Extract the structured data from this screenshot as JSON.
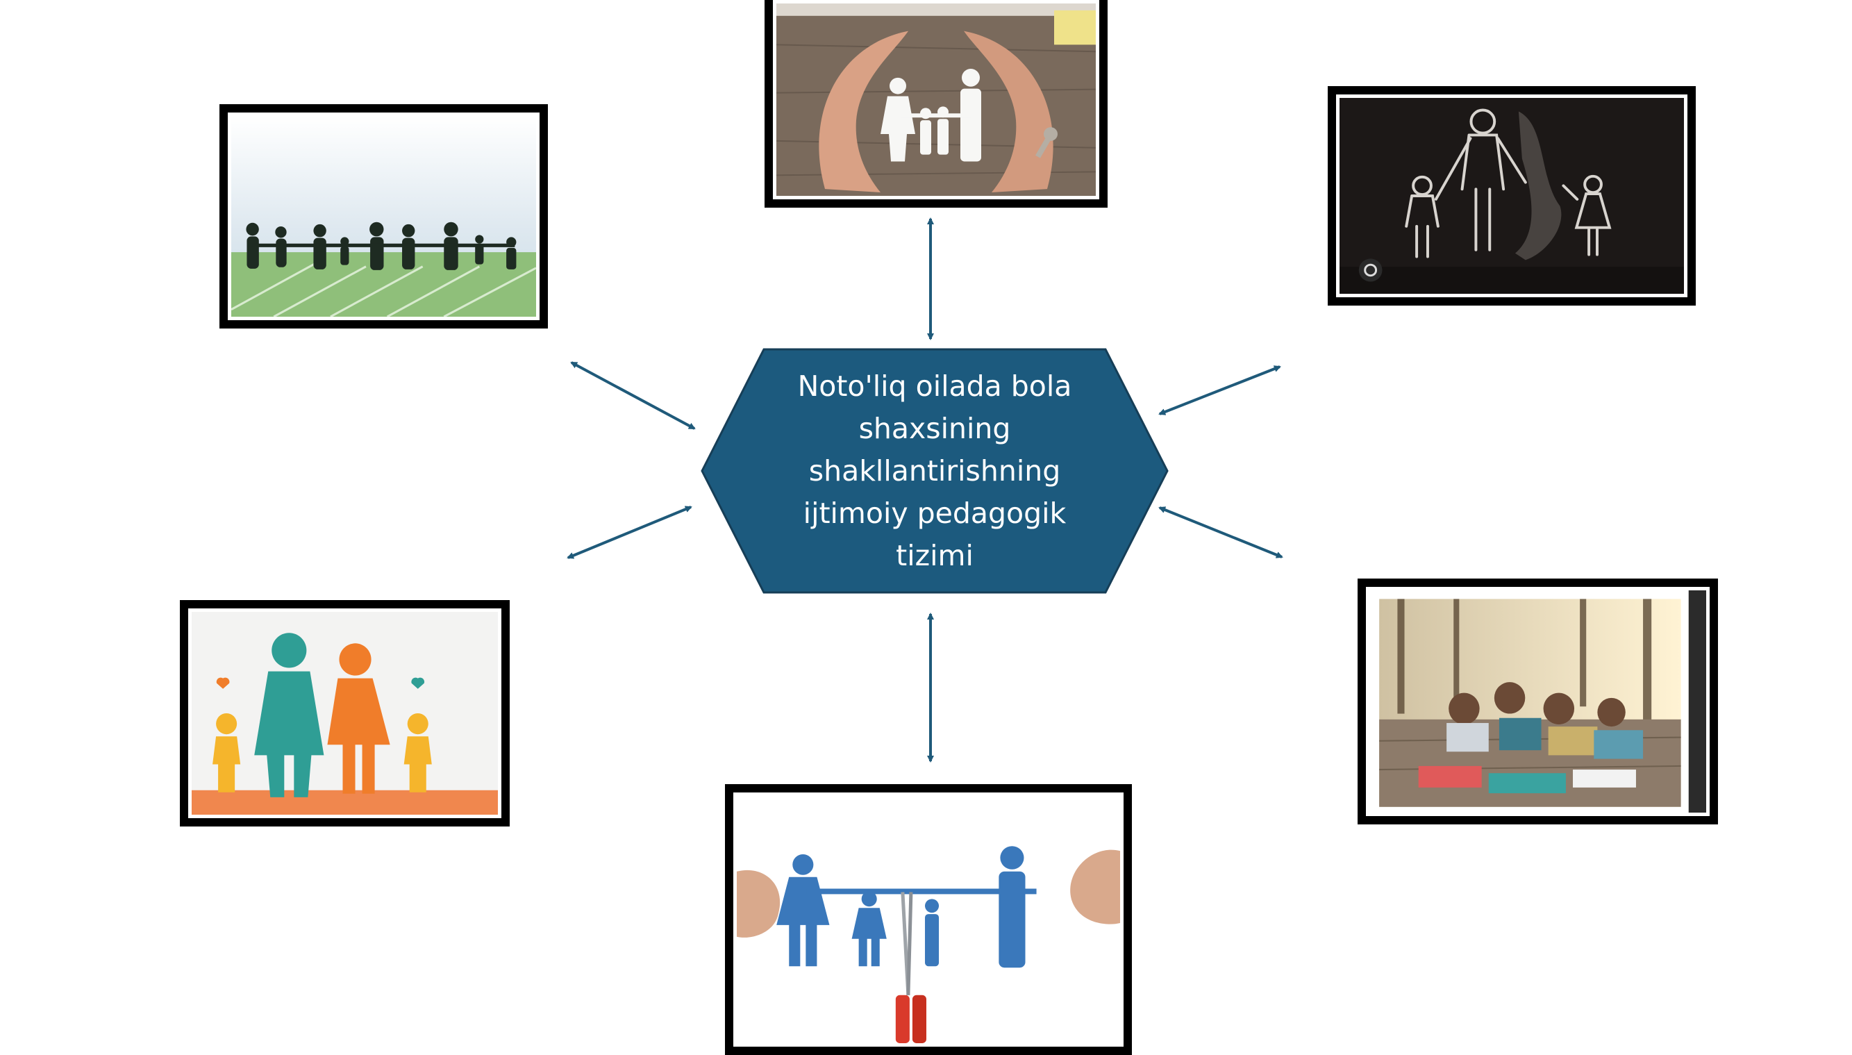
{
  "hub": {
    "text": "Noto'liq oilada bola shaxsining shakllantirishning ijtimoiy pedagogik tizimi"
  },
  "colors": {
    "hub_fill": "#1c5a7e",
    "hub_stroke": "#163e57",
    "arrow": "#1f5a7a",
    "frame": "#000000"
  },
  "images": [
    {
      "name": "family-silhouettes-walking",
      "icon": "family-silhouette-icon"
    },
    {
      "name": "hands-protecting-paper-family",
      "icon": "hands-family-icon"
    },
    {
      "name": "chalk-family-drawing",
      "icon": "chalk-family-icon"
    },
    {
      "name": "cartoon-family",
      "icon": "cartoon-family-icon"
    },
    {
      "name": "scissors-cutting-paper-family",
      "icon": "scissors-family-icon"
    },
    {
      "name": "family-studying-outdoors",
      "icon": "family-studying-icon"
    }
  ]
}
